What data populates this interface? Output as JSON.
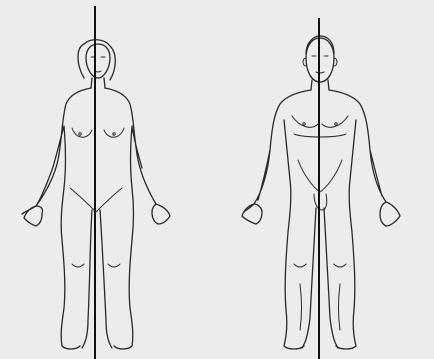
{
  "figures": [
    {
      "name": "female-figure",
      "view": "anterior"
    },
    {
      "name": "male-figure",
      "view": "anterior"
    }
  ],
  "colors": {
    "background": "#ececec",
    "line": "#2a2a2a",
    "midline": "#111111"
  }
}
